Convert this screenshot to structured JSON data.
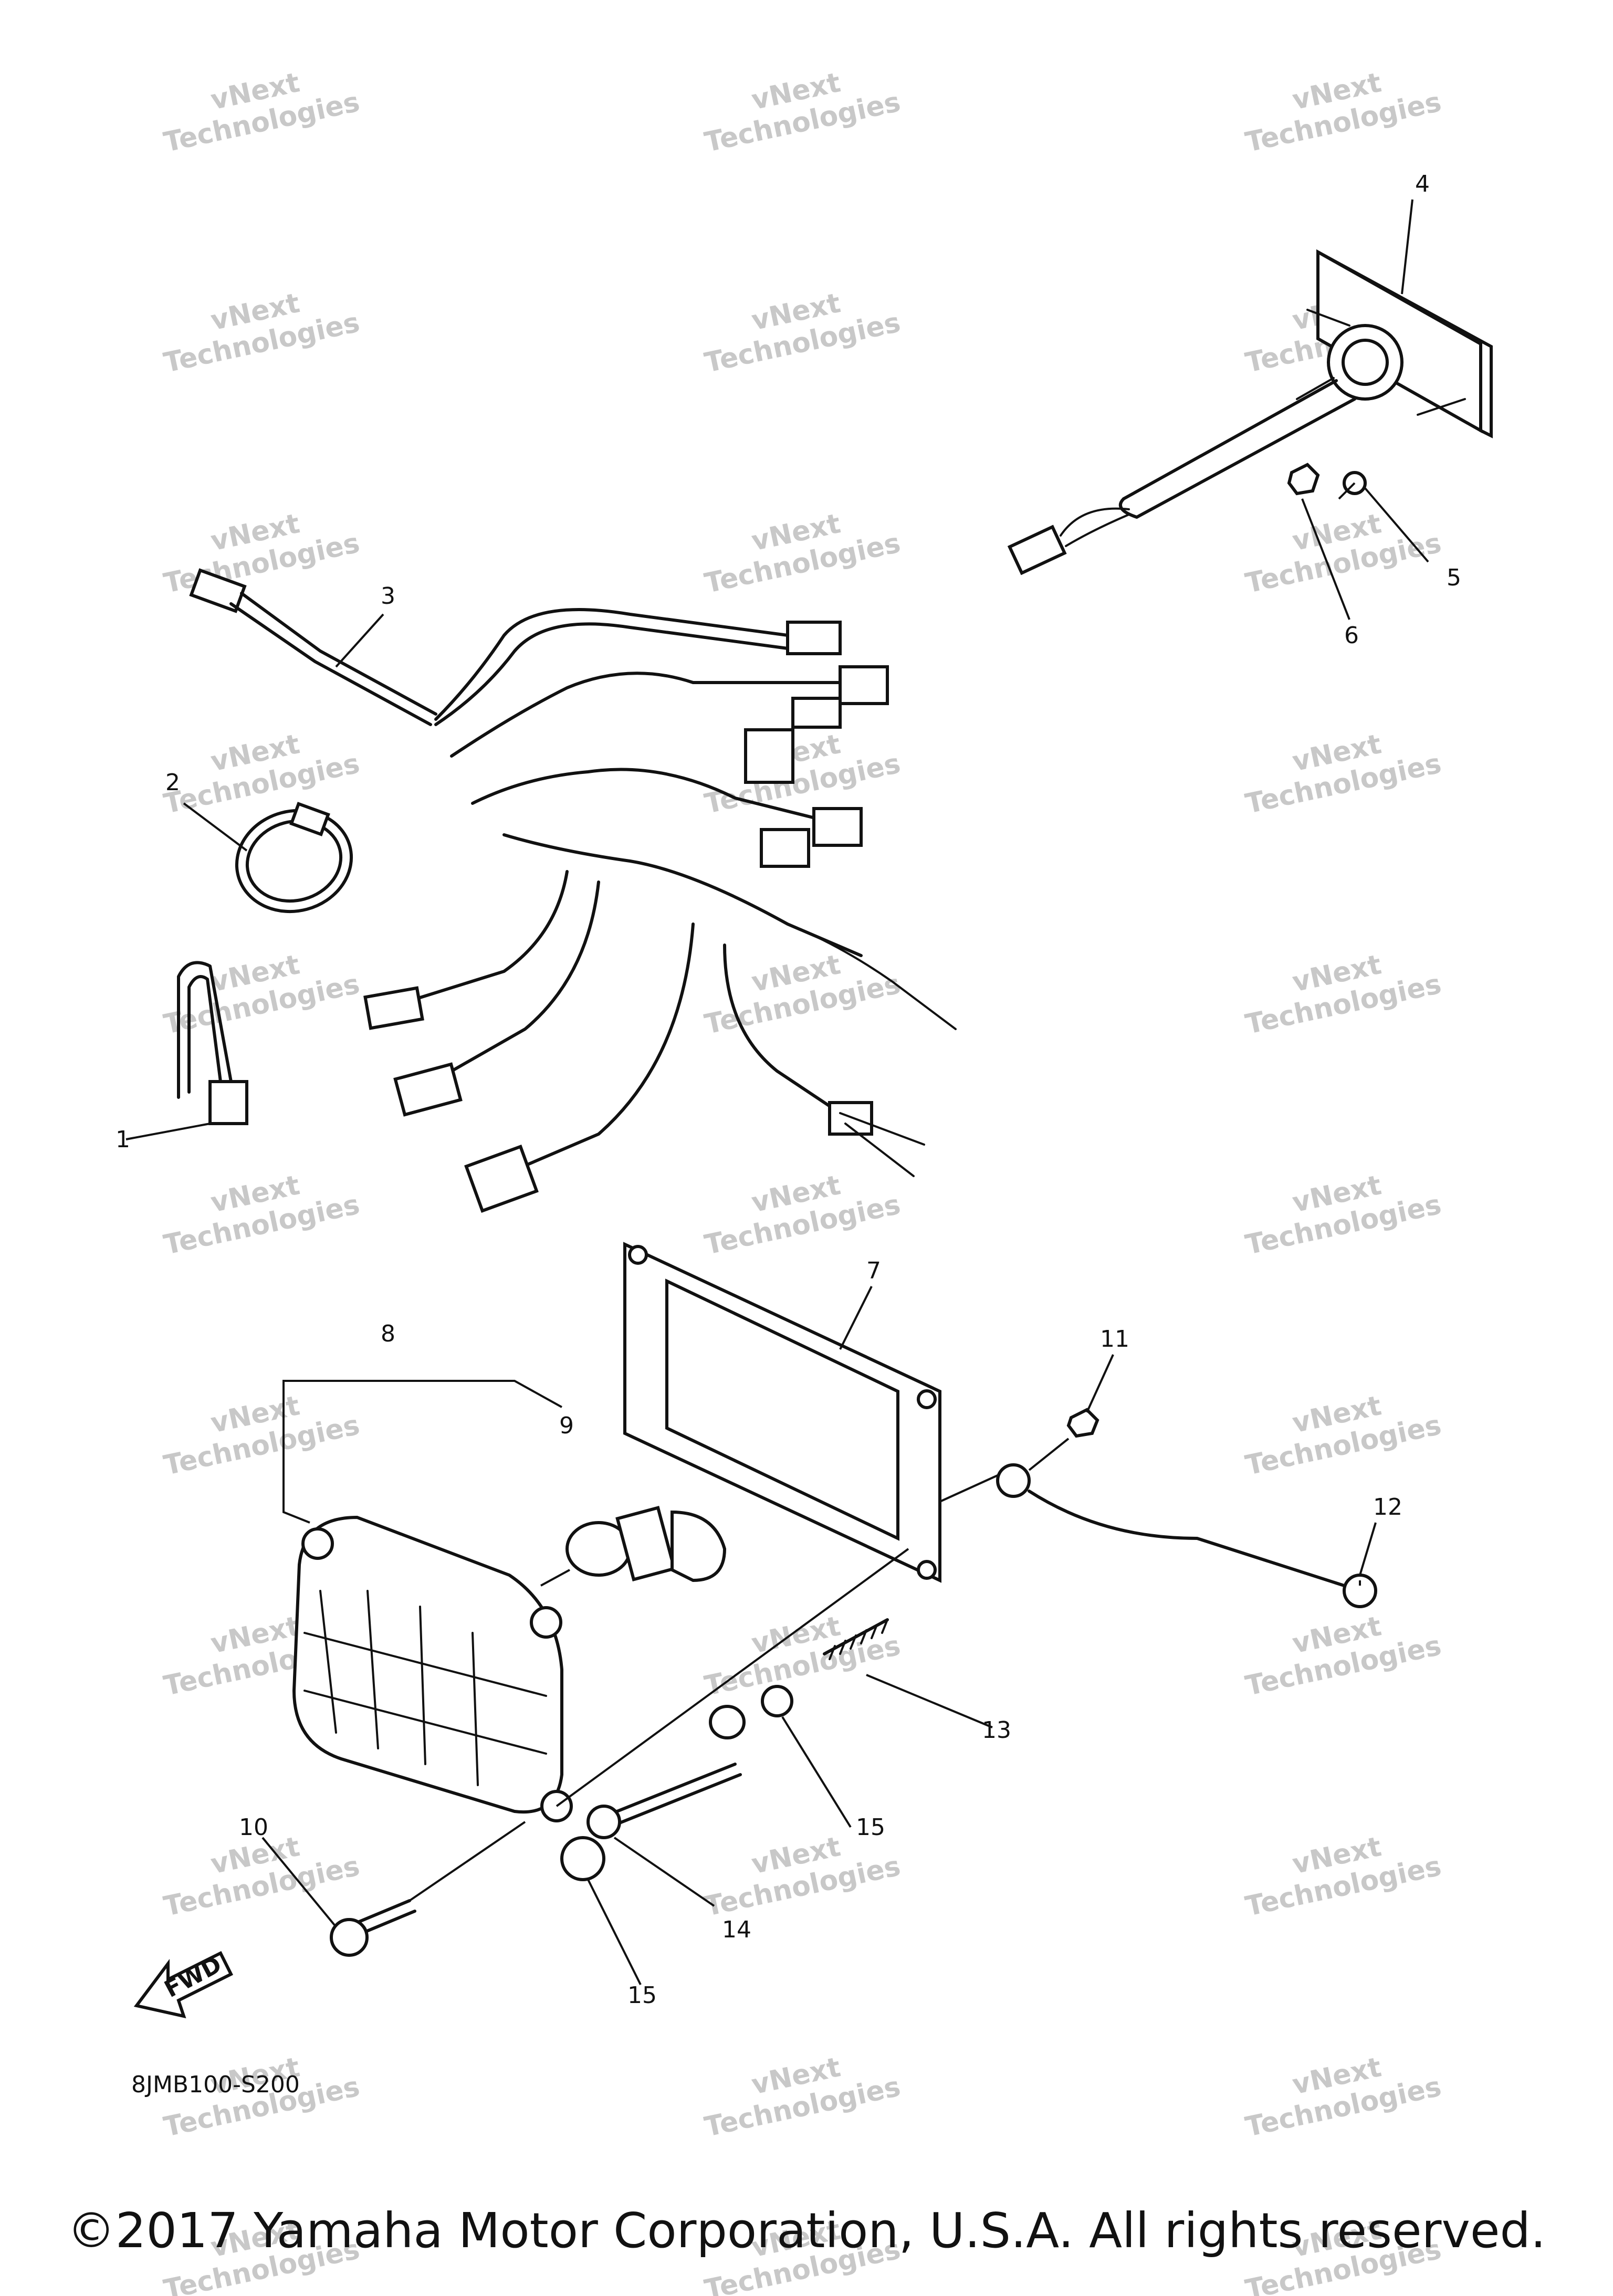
{
  "watermark": {
    "line1": "vNext",
    "line2": "Technologies"
  },
  "callouts": [
    "1",
    "2",
    "3",
    "4",
    "5",
    "6",
    "7",
    "8",
    "9",
    "10",
    "11",
    "12",
    "13",
    "15",
    "14",
    "15"
  ],
  "fwd_label": "FWD",
  "diagram_code": "8JMB100-S200",
  "copyright": "©2017 Yamaha Motor Corporation, U.S.A. All rights reserved."
}
